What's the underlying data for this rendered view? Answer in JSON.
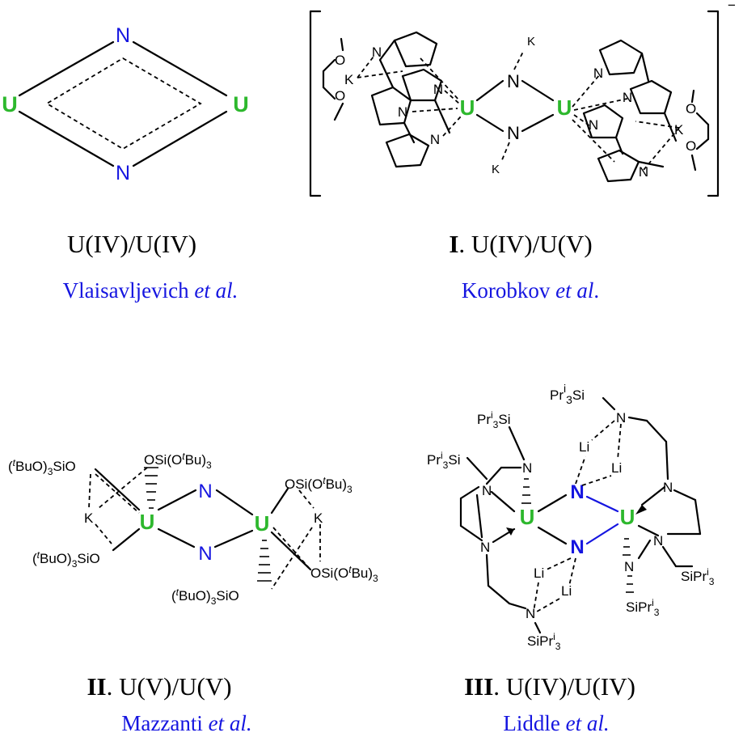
{
  "atoms": {
    "uranium": "U",
    "nitrogen": "N",
    "potassium": "K",
    "lithium": "Li",
    "oxygen": "O"
  },
  "colors": {
    "uranium": "#2db82d",
    "nitrogen": "#1515e0",
    "author": "#1515e0",
    "text": "#000000"
  },
  "panels": [
    {
      "id": "a",
      "compound": "",
      "oxidation": "U(IV)/U(IV)",
      "author_name": "Vlaisavljevich ",
      "author_etal": "et al."
    },
    {
      "id": "b",
      "compound": "I",
      "oxidation": ". U(IV)/U(V)",
      "author_name": "Korobkov ",
      "author_etal": "et al",
      "author_tail": ".",
      "charge": "−"
    },
    {
      "id": "c",
      "compound": "II",
      "oxidation": ". U(V)/U(V)",
      "author_name": "Mazzanti ",
      "author_etal": "et al.",
      "ligands": {
        "l1": "(",
        "l1_t": "t",
        "l1_rest": "BuO)",
        "l1_sub": "3",
        "l1_end": "SiO",
        "r1": "OSi(O",
        "r1_t": "t",
        "r1_rest": "Bu)",
        "r1_sub": "3"
      }
    },
    {
      "id": "d",
      "compound": "III",
      "oxidation": ". U(IV)/U(IV)",
      "author_name": "Liddle ",
      "author_etal": "et al.",
      "silyl": {
        "pr": "Pr",
        "sup": "i",
        "sub": "3",
        "si": "Si",
        "sipr": "SiPr"
      }
    }
  ]
}
